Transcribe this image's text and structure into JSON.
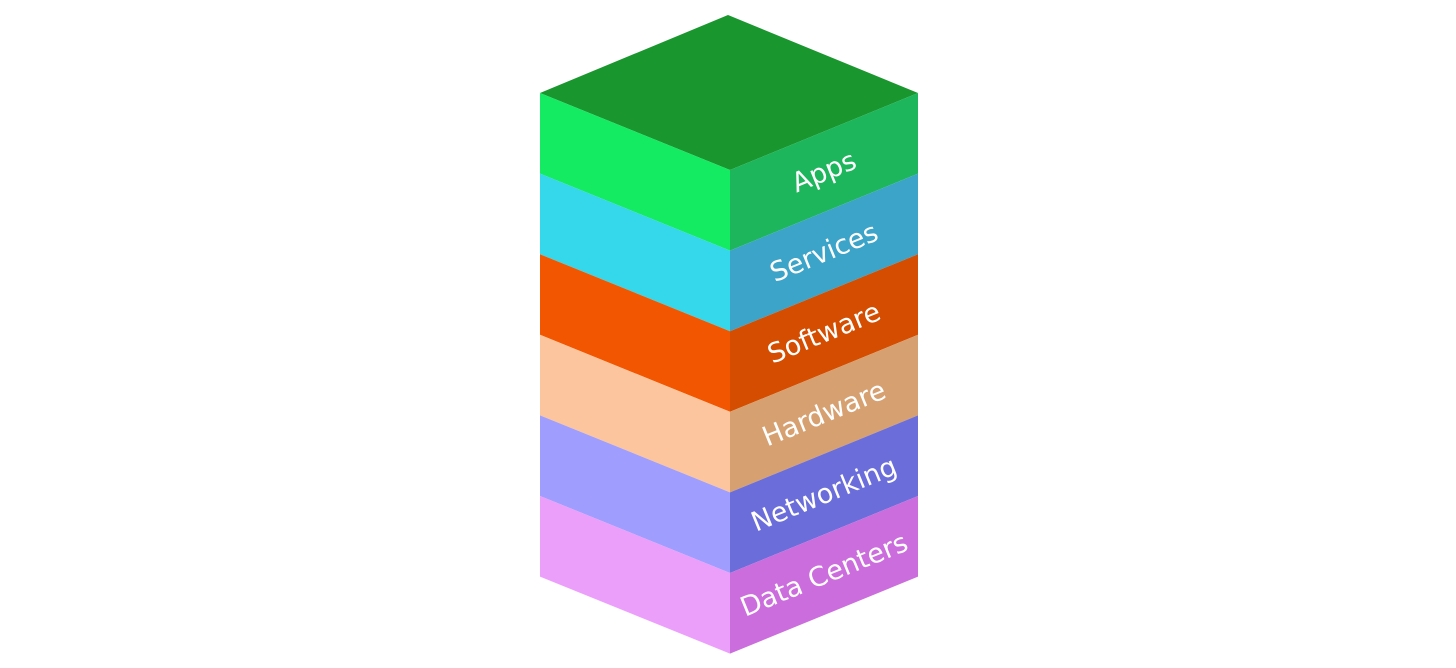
{
  "title": "",
  "top_color": "#1a962e",
  "layers": [
    {
      "label": "Apps",
      "left_color": "#15ea63",
      "right_color": "#1db65c"
    },
    {
      "label": "Services",
      "left_color": "#34d8ea",
      "right_color": "#3ca4c8"
    },
    {
      "label": "Software",
      "left_color": "#f25600",
      "right_color": "#d44d00"
    },
    {
      "label": "Hardware",
      "left_color": "#fcc59d",
      "right_color": "#d7a071"
    },
    {
      "label": "Networking",
      "left_color": "#9f9dfd",
      "right_color": "#6b6ddb"
    },
    {
      "label": "Data Centers",
      "left_color": "#eb9ffb",
      "right_color": "#cb6ddc"
    }
  ]
}
